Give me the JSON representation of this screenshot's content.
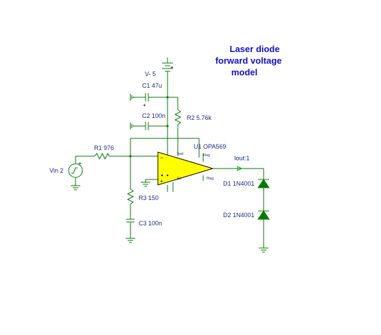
{
  "title": [
    "Laser diode",
    "forward voltage",
    "model"
  ],
  "components": {
    "v_supply": "V- 5",
    "c1": "C1 47u",
    "c2": "C2 100n",
    "r2": "R2 5.76k",
    "r1": "R1 976",
    "opamp": "U1 OPA569",
    "vin": "Vin 2",
    "r3": "R3 150",
    "c3": "C3 100n",
    "d1": "D1 1N4001",
    "d2": "D2 1N4001"
  },
  "probe": "Iout:1",
  "opamp_pins": {
    "iset": "Iset",
    "flag": "Flag",
    "en": "En",
    "tflag": "Tflag"
  },
  "signs": {
    "plus": "+",
    "minus": "−"
  },
  "colors": {
    "wire": "#007a00",
    "opamp_fill": "#ffff00",
    "title": "#1010d0",
    "label": "#1a2a8a",
    "probe": "#00a000"
  }
}
